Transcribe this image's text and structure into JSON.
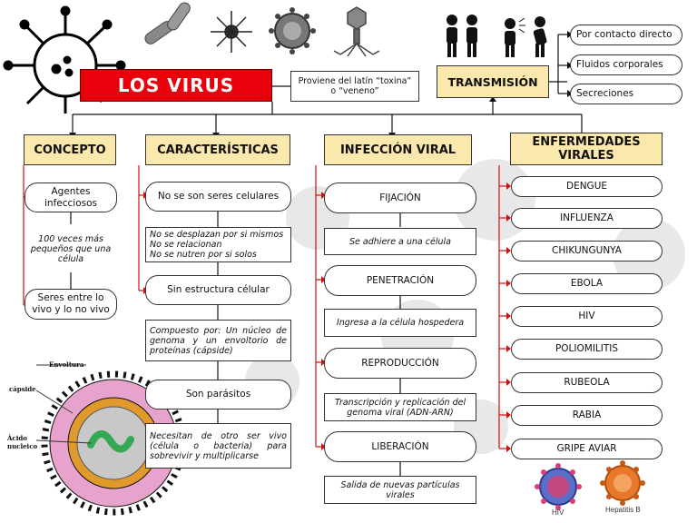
{
  "title": "LOS VIRUS",
  "origin_note": "Proviene del latín “toxina” o “veneno”",
  "transmission": {
    "header": "TRANSMISIÓN",
    "items": [
      "Por contacto directo",
      "Fluidos corporales",
      "Secreciones"
    ]
  },
  "concepto": {
    "header": "CONCEPTO",
    "items": [
      "Agentes infecciosos",
      "100 veces más pequeños que una célula",
      "Seres entre lo vivo y lo no vivo"
    ]
  },
  "caracteristicas": {
    "header": "CARACTERÍSTICAS",
    "pill1": "No se son seres celulares",
    "box1": [
      "No se desplazan por si mismos",
      "No se relacionan",
      "No se nutren por si solos"
    ],
    "pill2": "Sin estructura célular",
    "box2": "Compuesto por: Un núcleo de genoma y un envoltorio de proteínas (cápside)",
    "pill3": "Son parásitos",
    "box3": "Necesitan de otro ser vivo (célula o bacteria) para sobrevivir y multiplicarse"
  },
  "infeccion": {
    "header": "INFECCIÓN VIRAL",
    "steps": [
      {
        "name": "FIJACIÓN",
        "desc": "Se adhiere a una célula"
      },
      {
        "name": "PENETRACIÓN",
        "desc": "Ingresa a la célula hospedera"
      },
      {
        "name": "REPRODUCCIÓN",
        "desc": "Transcripción y replicación del genoma viral (ADN-ARN)"
      },
      {
        "name": "LIBERACIÓN",
        "desc": "Salida de nuevas partículas virales"
      }
    ]
  },
  "enfermedades": {
    "header": "ENFERMEDADES VIRALES",
    "items": [
      "DENGUE",
      "INFLUENZA",
      "CHIKUNGUNYA",
      "EBOLA",
      "HIV",
      "POLIOMILITIS",
      "RUBEOLA",
      "RABIA",
      "GRIPE AVIAR"
    ]
  },
  "diagram_labels": {
    "envoltura": "Envoltura",
    "capside": "cápside",
    "acido": "Ácido nucleico"
  },
  "virus_captions": {
    "hiv": "HIV",
    "hepatitis": "Hepatitis B"
  },
  "colors": {
    "accent_red": "#e8000b",
    "header_fill": "#fbe8ad",
    "connector_red": "#d01010"
  }
}
